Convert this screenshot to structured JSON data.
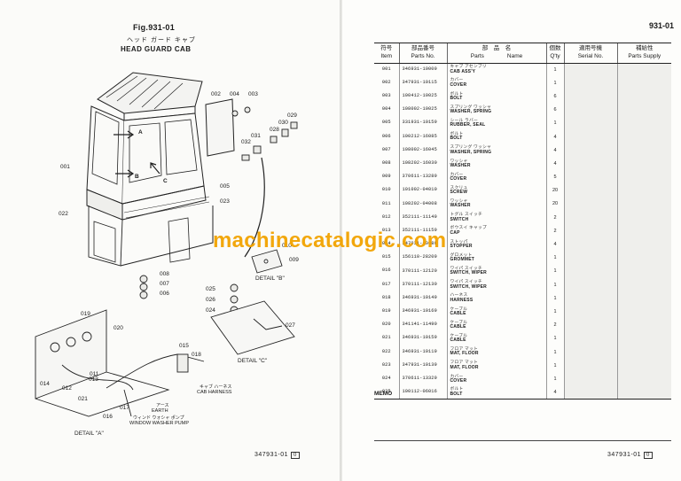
{
  "left_page": {
    "figure_number": "Fig.931-01",
    "title_jp": "ヘッド ガード キャブ",
    "title_en": "HEAD GUARD CAB",
    "callouts": [
      "001",
      "002",
      "003",
      "004",
      "005",
      "006",
      "007",
      "008",
      "009",
      "010",
      "011",
      "012",
      "013",
      "014",
      "015",
      "016",
      "017",
      "018",
      "019",
      "020",
      "021",
      "022",
      "023",
      "025",
      "026",
      "027",
      "028",
      "029",
      "030",
      "031",
      "032"
    ],
    "view_letters": [
      "A",
      "B",
      "C"
    ],
    "detail_labels": {
      "b": "DETAIL \"B\"",
      "c": "DETAIL \"C\"",
      "a": "DETAIL \"A\""
    },
    "annotations": {
      "cab_harness_jp": "キャブ ハーネス",
      "cab_harness_en": "CAB HARNESS",
      "earth_jp": "アース",
      "earth_en": "EARTH",
      "washer_pump_jp": "ウィンド ウォシャ ポンプ",
      "washer_pump_en": "WINDOW WASHER PUMP"
    },
    "page_ref": "347931-01",
    "page_ref_box": "0"
  },
  "right_page": {
    "sheet_number": "931-01",
    "headers": {
      "item_jp": "符号",
      "item_en": "Item",
      "pno_jp": "部品番号",
      "pno_en": "Parts No.",
      "name_jp": "部　品　名",
      "name_en_1": "Parts",
      "name_en_2": "Name",
      "qty_jp": "個数",
      "qty_en": "Q'ty",
      "serial_jp": "適用号機",
      "serial_en": "Serial No.",
      "supply_jp": "補給性",
      "supply_en": "Parts Supply"
    },
    "parts": [
      {
        "item": "001",
        "pno": "346931-10009",
        "jp": "キャブ アセンブリ",
        "en": "CAB ASS'Y",
        "qty": "1"
      },
      {
        "item": "002",
        "pno": "347931-10115",
        "jp": "カバー",
        "en": "COVER",
        "qty": "1"
      },
      {
        "item": "003",
        "pno": "100412-10025",
        "jp": "ボルト",
        "en": "BOLT",
        "qty": "6"
      },
      {
        "item": "004",
        "pno": "108002-10025",
        "jp": "スプリング ワッシャ",
        "en": "WASHER, SPRING",
        "qty": "6"
      },
      {
        "item": "005",
        "pno": "331931-10159",
        "jp": "シール ラバー",
        "en": "RUBBER, SEAL",
        "qty": "1"
      },
      {
        "item": "006",
        "pno": "100212-16085",
        "jp": "ボルト",
        "en": "BOLT",
        "qty": "4"
      },
      {
        "item": "007",
        "pno": "108002-16045",
        "jp": "スプリング ワッシャ",
        "en": "WASHER, SPRING",
        "qty": "4"
      },
      {
        "item": "008",
        "pno": "108202-16030",
        "jp": "ワッシャ",
        "en": "WASHER",
        "qty": "4"
      },
      {
        "item": "009",
        "pno": "370611-13289",
        "jp": "カバー",
        "en": "COVER",
        "qty": "5"
      },
      {
        "item": "010",
        "pno": "101002-04010",
        "jp": "スクリュ",
        "en": "SCREW",
        "qty": "20"
      },
      {
        "item": "011",
        "pno": "108202-04008",
        "jp": "ワッシャ",
        "en": "WASHER",
        "qty": "20"
      },
      {
        "item": "012",
        "pno": "352111-11149",
        "jp": "トグル スイッチ",
        "en": "SWITCH",
        "qty": "2"
      },
      {
        "item": "013",
        "pno": "352111-11159",
        "jp": "ボウスイ キャップ",
        "en": "CAP",
        "qty": "2"
      },
      {
        "item": "014",
        "pno": "347931-10089",
        "jp": "ストッパ",
        "en": "STOPPER",
        "qty": "4"
      },
      {
        "item": "015",
        "pno": "156110-28209",
        "jp": "グロメット",
        "en": "GROMMET",
        "qty": "1"
      },
      {
        "item": "016",
        "pno": "370111-12120",
        "jp": "ワイパ スイッチ",
        "en": "SWITCH, WIPER",
        "qty": "1"
      },
      {
        "item": "017",
        "pno": "370111-12130",
        "jp": "ワイパ スイッチ",
        "en": "SWITCH, WIPER",
        "qty": "1"
      },
      {
        "item": "018",
        "pno": "346931-10149",
        "jp": "ハーネス",
        "en": "HARNESS",
        "qty": "1"
      },
      {
        "item": "019",
        "pno": "346931-10169",
        "jp": "ケーブル",
        "en": "CABLE",
        "qty": "1"
      },
      {
        "item": "020",
        "pno": "341141-11490",
        "jp": "ケーブル",
        "en": "CABLE",
        "qty": "2"
      },
      {
        "item": "021",
        "pno": "346931-10159",
        "jp": "ケーブル",
        "en": "CABLE",
        "qty": "1"
      },
      {
        "item": "022",
        "pno": "346931-10119",
        "jp": "フロア マット",
        "en": "MAT, FLOOR",
        "qty": "1"
      },
      {
        "item": "023",
        "pno": "347931-10139",
        "jp": "フロア マット",
        "en": "MAT, FLOOR",
        "qty": "1"
      },
      {
        "item": "024",
        "pno": "370611-13329",
        "jp": "カバー",
        "en": "COVER",
        "qty": "1"
      },
      {
        "item": "025",
        "pno": "100112-06016",
        "jp": "ボルト",
        "en": "BOLT",
        "qty": "4"
      }
    ],
    "memo_label": "MEMO",
    "page_ref": "347931-01",
    "page_ref_box": "0"
  },
  "watermark": "machinecatalogic.com"
}
